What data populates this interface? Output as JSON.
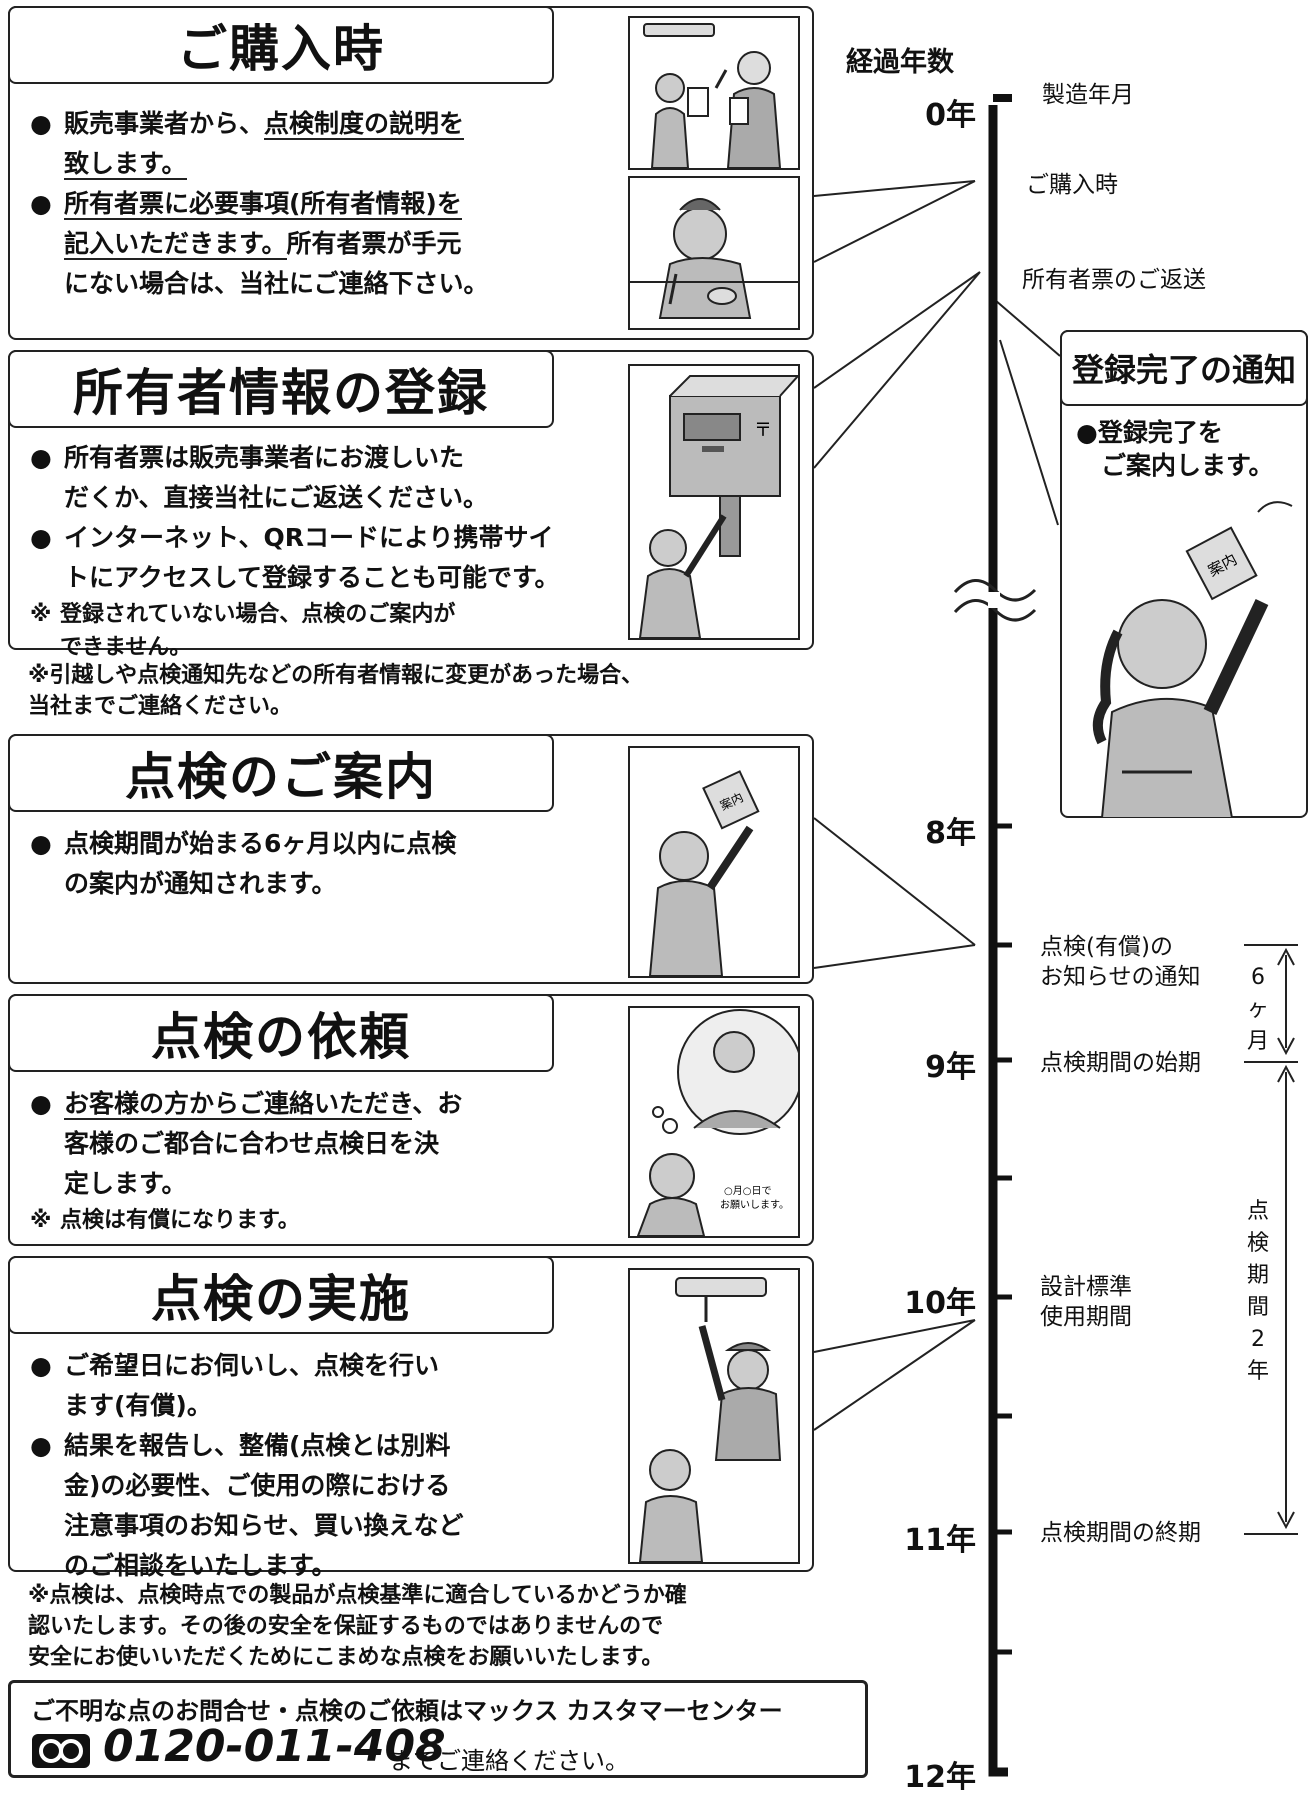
{
  "panels": [
    {
      "title": "ご購入時",
      "items": [
        {
          "type": "bullet",
          "parts": [
            {
              "t": "販売事業者から、"
            },
            {
              "t": "点検制度の説明を",
              "u": true
            },
            {
              "t": "\n"
            },
            {
              "t": "致します。",
              "u": true
            }
          ]
        },
        {
          "type": "bullet",
          "parts": [
            {
              "t": "所有者票に必要事項(所有者情報)を",
              "u": true
            },
            {
              "t": "\n"
            },
            {
              "t": "記入いただきます。",
              "u": true
            },
            {
              "t": "所有者票が手元\nにない場合は、当社にご連絡下さい。"
            }
          ]
        }
      ]
    },
    {
      "title": "所有者情報の登録",
      "items": [
        {
          "type": "bullet",
          "parts": [
            {
              "t": "所有者票は販売事業者にお渡しいた\nだくか、直接当社にご返送ください。"
            }
          ]
        },
        {
          "type": "bullet",
          "parts": [
            {
              "t": "インターネット、QRコードにより携帯サイ\nトにアクセスして登録することも可能です。"
            }
          ]
        },
        {
          "type": "note",
          "parts": [
            {
              "t": "登録されていない場合、点検のご案内が\nできません。"
            }
          ]
        }
      ]
    },
    {
      "title": "点検のご案内",
      "items": [
        {
          "type": "bullet",
          "parts": [
            {
              "t": "点検期間が始まる6ヶ月以内に点検\nの案内が通知されます。"
            }
          ]
        }
      ]
    },
    {
      "title": "点検の依頼",
      "items": [
        {
          "type": "bullet",
          "parts": [
            {
              "t": "お客様の方からご連絡いただき",
              "u": true
            },
            {
              "t": "、お\n客様のご都合に合わせ点検日を決\n定します。"
            }
          ]
        },
        {
          "type": "note",
          "parts": [
            {
              "t": "点検は有償になります。"
            }
          ]
        }
      ]
    },
    {
      "title": "点検の実施",
      "items": [
        {
          "type": "bullet",
          "parts": [
            {
              "t": "ご希望日にお伺いし、点検を行い\nます(有償)。"
            }
          ]
        },
        {
          "type": "bullet",
          "parts": [
            {
              "t": "結果を報告し、整備(点検とは別料\n金)の必要性、ご使用の際における\n注意事項のお知らせ、買い換えなど\nのご相談をいたします。"
            }
          ]
        }
      ]
    }
  ],
  "notes": {
    "change": "※引越しや点検通知先などの所有者情報に変更があった場合、\n当社までご連絡ください。",
    "safety": "※点検は、点検時点での製品が点検基準に適合しているかどうか確\n認いたします。その後の安全を保証するものではありませんので\n安全にお使いいただくためにこまめな点検をお願いいたします。"
  },
  "contact": {
    "line1": "ご不明な点のお問合せ・点検のご依頼はマックス カスタマーセンター",
    "phone": "0120-011-408",
    "suffix": "までご連絡ください。"
  },
  "timeline": {
    "header": "経過年数",
    "years": [
      "0年",
      "8年",
      "9年",
      "10年",
      "11年",
      "12年"
    ],
    "labels": {
      "manufacture": "製造年月",
      "purchase": "ご購入時",
      "return": "所有者票のご返送",
      "notice": "点検(有償)の\nお知らせの通知",
      "start": "点検期間の始期",
      "design": "設計標準\n使用期間",
      "end": "点検期間の終期"
    },
    "six_month": "6\nヶ\n月",
    "two_years": "点\n検\n期\n間\n2\n年"
  },
  "registration": {
    "title": "登録完了の通知",
    "text": "●登録完了を\n　ご案内します。",
    "paper_text": "案内"
  },
  "illustrations": {
    "bubble_text": "○月○日で\nお願いします。",
    "paper_text": "案内"
  }
}
